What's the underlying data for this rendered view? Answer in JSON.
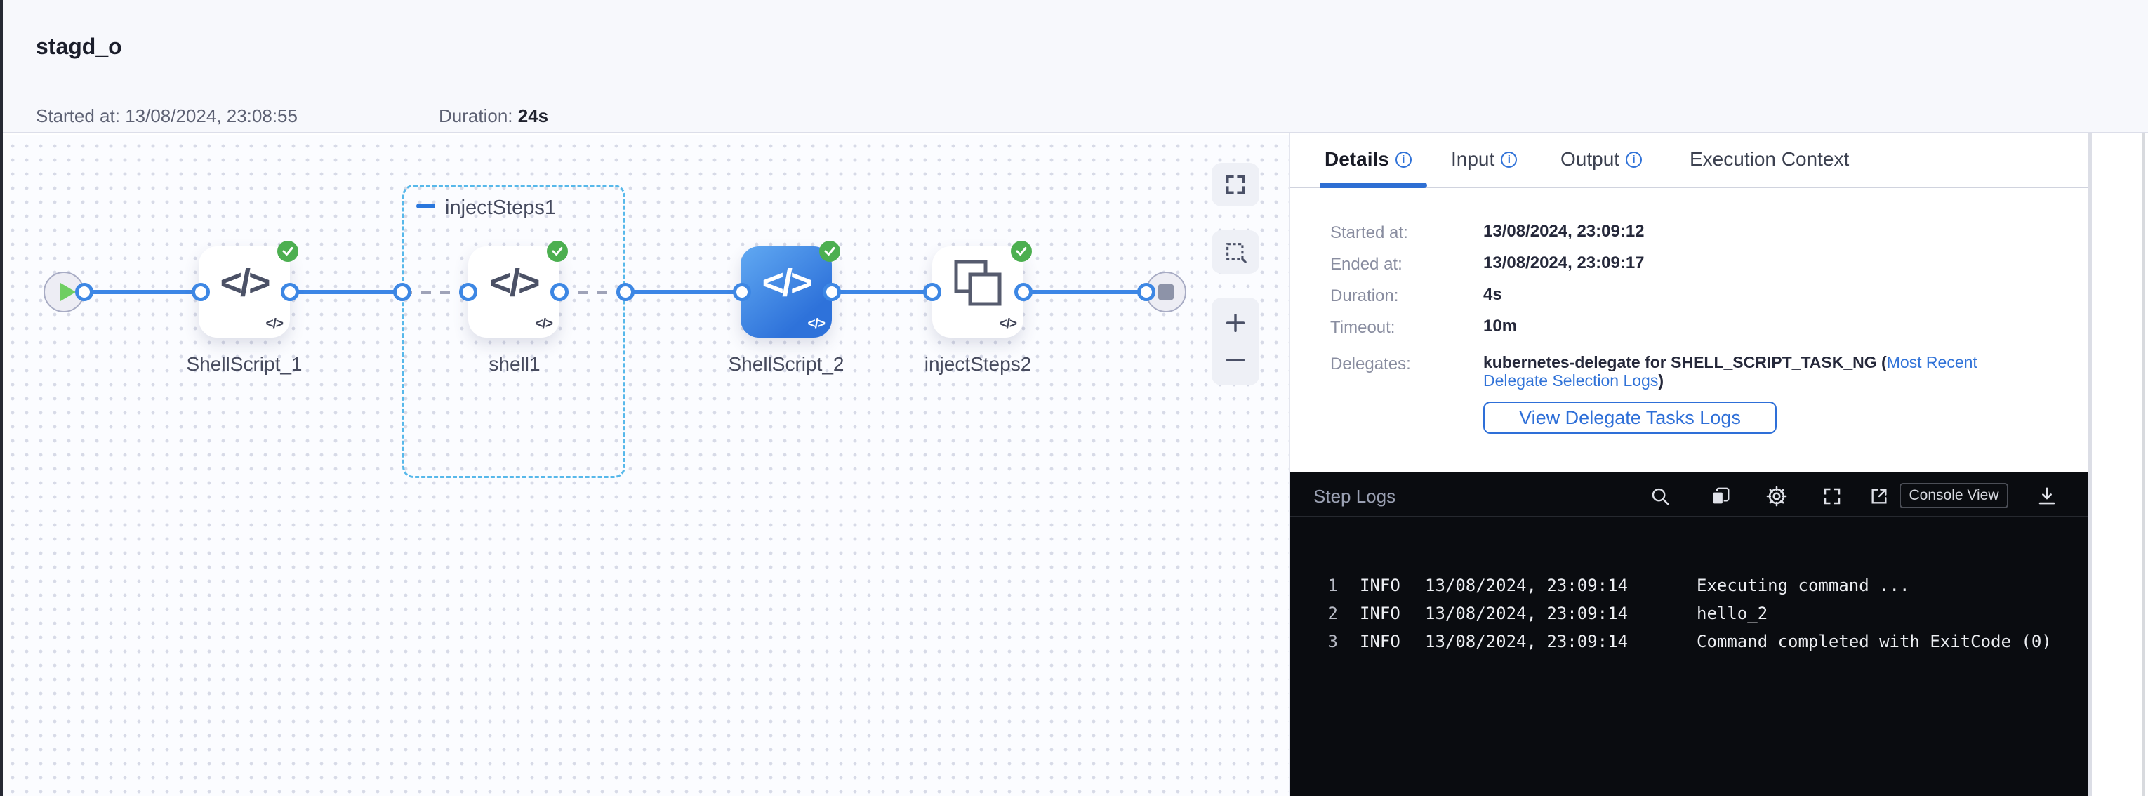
{
  "header": {
    "title": "stagd_o",
    "started_label": "Started at: ",
    "started_value": "13/08/2024, 23:08:55",
    "duration_label": "Duration: ",
    "duration_value": "24s"
  },
  "canvas": {
    "group_label": "injectSteps1",
    "code_glyph": "</>",
    "corner_glyph": "</>",
    "nodes": {
      "shellscript1": {
        "label": "ShellScript_1"
      },
      "shell1": {
        "label": "shell1"
      },
      "shellscript2": {
        "label": "ShellScript_2"
      },
      "injectsteps2": {
        "label": "injectSteps2"
      }
    }
  },
  "tabs": {
    "details": "Details",
    "input": "Input",
    "output": "Output",
    "execution_context": "Execution Context",
    "info_glyph": "i"
  },
  "details": {
    "rows": [
      {
        "label": "Started at:",
        "value": "13/08/2024, 23:09:12"
      },
      {
        "label": "Ended at:",
        "value": "13/08/2024, 23:09:17"
      },
      {
        "label": "Duration:",
        "value": "4s"
      },
      {
        "label": "Timeout:",
        "value": "10m"
      }
    ],
    "delegates_label": "Delegates:",
    "delegates_text": "kubernetes-delegate for SHELL_SCRIPT_TASK_NG (",
    "delegates_link": "Most Recent Delegate Selection Logs",
    "delegates_suffix": ")",
    "view_logs_button": "View Delegate Tasks Logs"
  },
  "logs": {
    "title": "Step Logs",
    "console_view_button": "Console View",
    "lines": [
      {
        "num": "1",
        "level": "INFO",
        "time": "13/08/2024, 23:09:14",
        "message": "Executing command ..."
      },
      {
        "num": "2",
        "level": "INFO",
        "time": "13/08/2024, 23:09:14",
        "message": "hello_2"
      },
      {
        "num": "3",
        "level": "INFO",
        "time": "13/08/2024, 23:09:14",
        "message": "Command completed with ExitCode (0)"
      }
    ]
  },
  "colors": {
    "accent_blue": "#2e6fd8",
    "line_blue": "#3c86e6",
    "success_green": "#4caf50",
    "link_blue": "#3173d8",
    "group_border": "#57b8ea",
    "log_bg": "#0a0c10"
  }
}
